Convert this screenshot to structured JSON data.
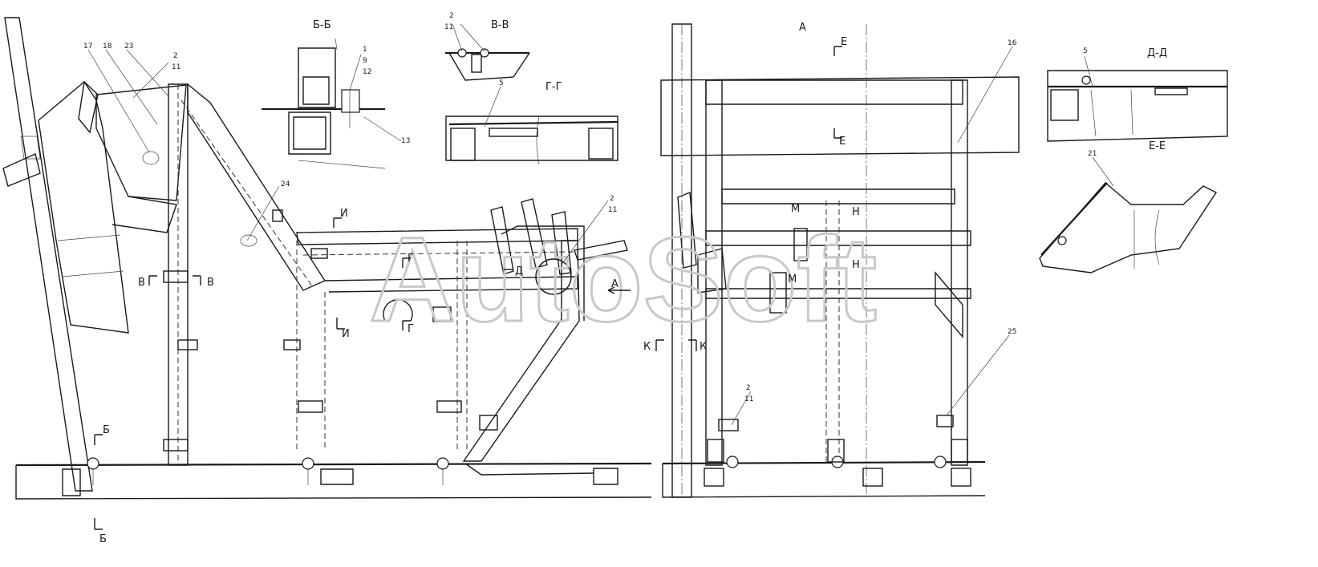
{
  "watermark": "AutoSoft",
  "section_titles": {
    "bb": "Б-Б",
    "vv": "В-В",
    "gg": "Г-Г",
    "a": "А",
    "dd": "Д-Д",
    "ee": "Е-Е"
  },
  "section_marks": {
    "b_top": "Б",
    "b_bottom": "Б",
    "v_left": "В",
    "v_right": "В",
    "i_top": "И",
    "i_bottom": "И",
    "g_a": "Г",
    "g_b": "Г",
    "d": "Д",
    "a_arrow": "А",
    "e_top": "Е",
    "e_bottom": "Е",
    "m_top": "М",
    "m_bottom": "М",
    "n_top": "Н",
    "n_bottom": "Н",
    "k_left": "К",
    "k_right": "К"
  },
  "callouts": {
    "p17": "17",
    "p18": "18",
    "p23": "23",
    "p2a": "2",
    "p11a": "11",
    "p24": "24",
    "p2b": "2",
    "p11b": "11",
    "p1": "1",
    "p9": "9",
    "p12": "12",
    "p13": "13",
    "p2c": "2",
    "p11c": "11",
    "p5a": "5",
    "p16": "16",
    "p2d": "2",
    "p11d": "11",
    "p25": "25",
    "p5b": "5",
    "p21": "21"
  }
}
